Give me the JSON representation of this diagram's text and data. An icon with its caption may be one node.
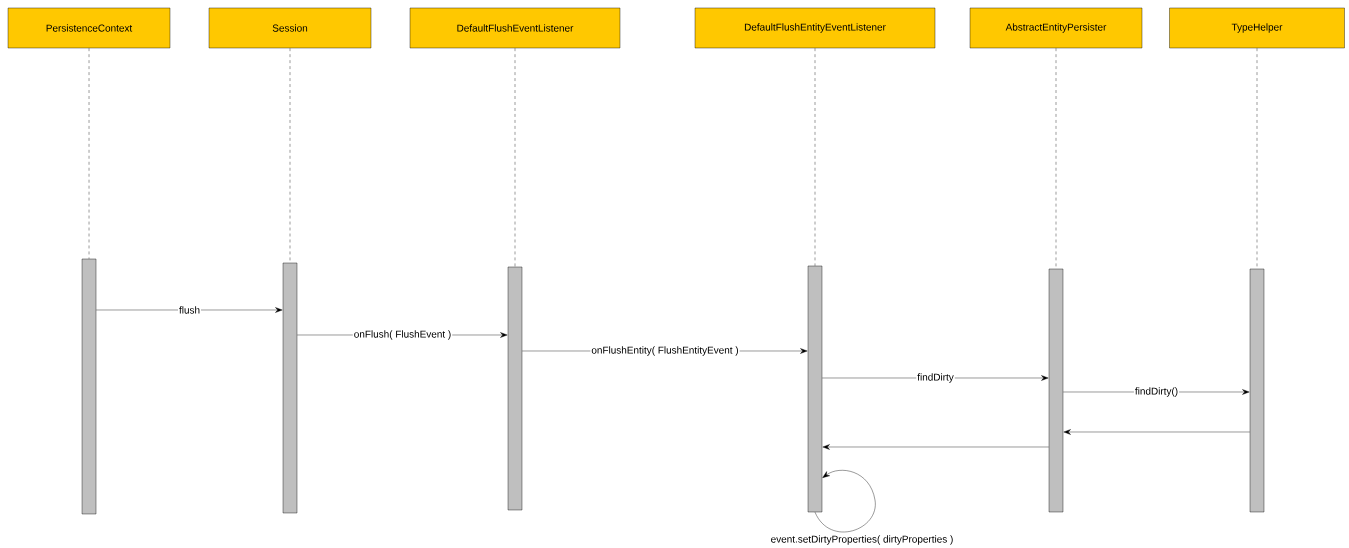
{
  "diagram": {
    "nodes": [
      {
        "text": [
          "PersistenceContext"
        ]
      },
      {
        "text": [
          "Session"
        ]
      },
      {
        "text": [
          "DefaultFlushEventListener"
        ]
      },
      {
        "text": [
          "DefaultFlushEntityEventListener"
        ]
      },
      {
        "text": [
          "AbstractEntityPersister"
        ]
      },
      {
        "text": [
          "TypeHelper"
        ]
      },
      {
        "text": [],
        "shape": "bar"
      },
      {
        "text": [],
        "shape": "bar"
      },
      {
        "text": [],
        "shape": "bar"
      },
      {
        "text": [],
        "shape": "bar"
      },
      {
        "text": [],
        "shape": "bar"
      },
      {
        "text": [],
        "shape": "bar"
      }
    ],
    "edges": [
      {
        "from": 0,
        "to": 6,
        "arrow": "none",
        "style": "dashed"
      },
      {
        "from": 1,
        "to": 7,
        "arrow": "none",
        "style": "dashed"
      },
      {
        "from": 2,
        "to": 8,
        "arrow": "none",
        "style": "dashed"
      },
      {
        "from": 3,
        "to": 9,
        "arrow": "none",
        "style": "dashed"
      },
      {
        "from": 4,
        "to": 10,
        "arrow": "none",
        "style": "dashed"
      },
      {
        "from": 5,
        "to": 11,
        "arrow": "none",
        "style": "dashed"
      },
      {
        "from": 6,
        "to": 7,
        "arrow": "to",
        "label": "flush"
      },
      {
        "from": 7,
        "to": 8,
        "arrow": "to",
        "label": "onFlush( FlushEvent )"
      },
      {
        "from": 8,
        "to": 9,
        "arrow": "to",
        "label": "onFlushEntity( FlushEntityEvent )"
      },
      {
        "from": 9,
        "to": 10,
        "arrow": "to",
        "label": "findDirty"
      },
      {
        "from": 10,
        "to": 11,
        "arrow": "to",
        "label": "findDirty()"
      },
      {
        "from": 11,
        "to": 10,
        "arrow": "to"
      },
      {
        "from": 10,
        "to": 9,
        "arrow": "to"
      },
      {
        "from": 9,
        "to": 9,
        "arrow": "to",
        "label": "event.setDirtyProperties( dirtyProperties )"
      }
    ]
  }
}
